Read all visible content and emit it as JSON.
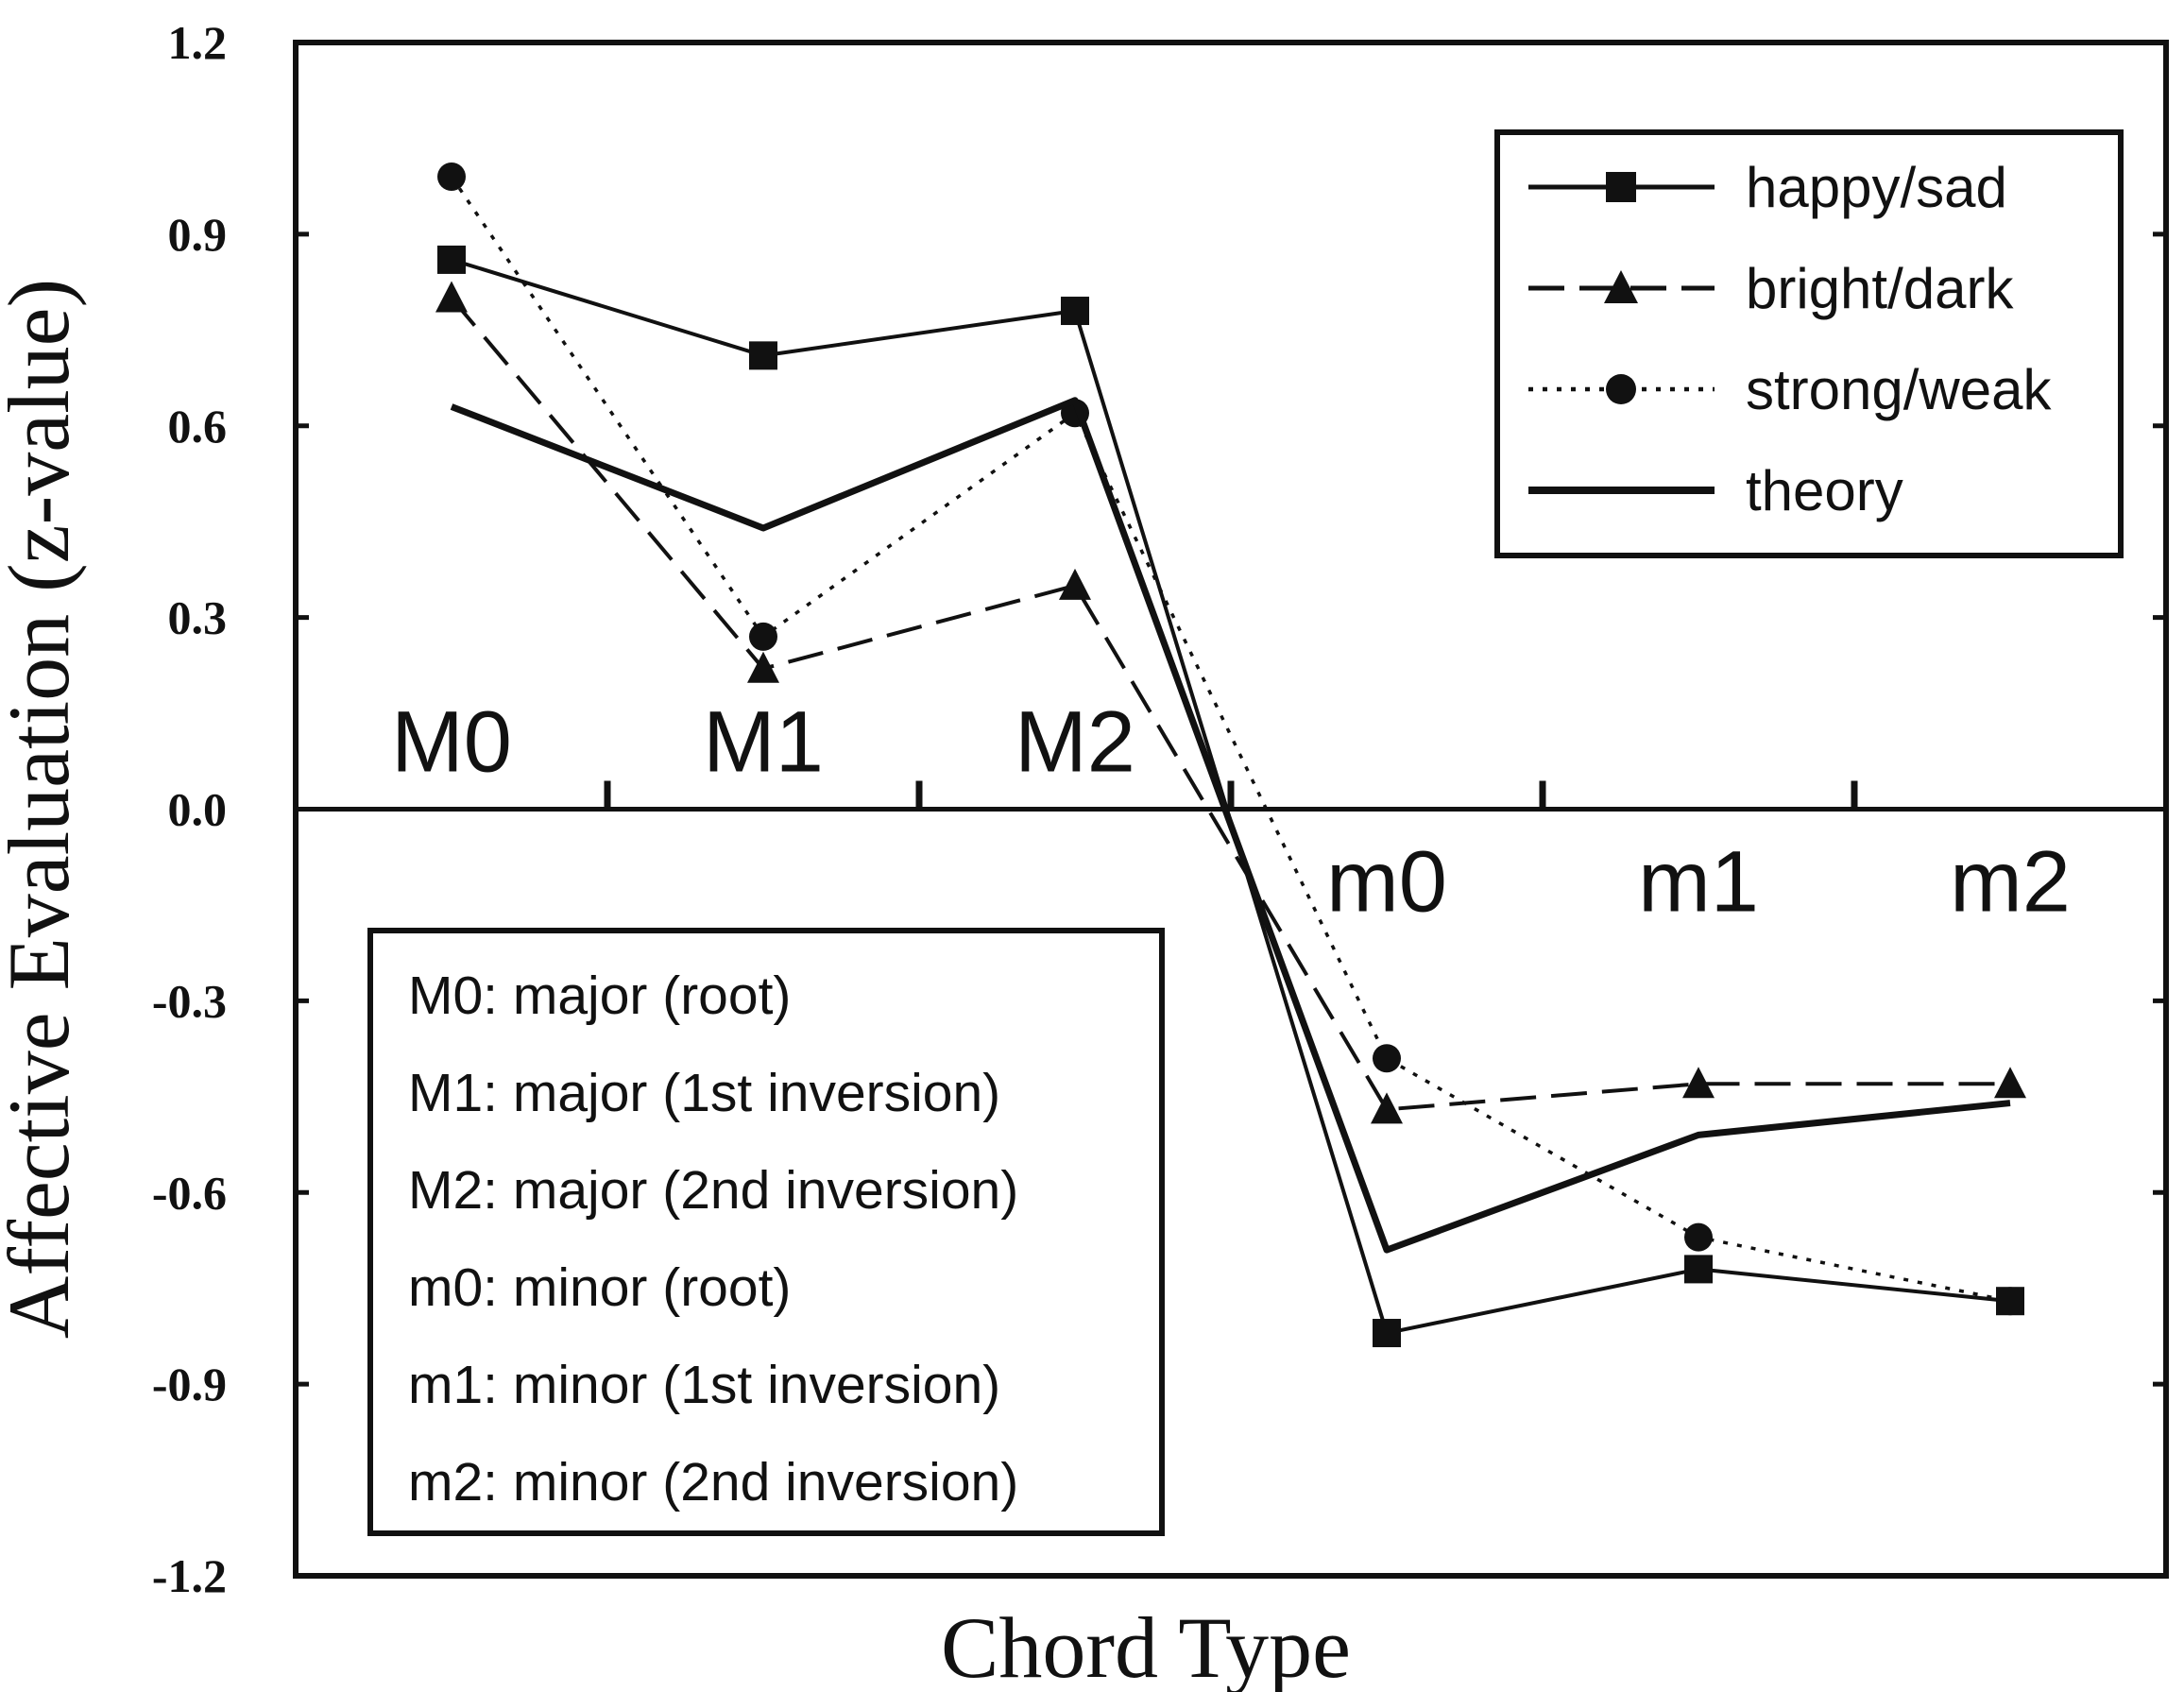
{
  "chart_data": {
    "type": "line",
    "xlabel": "Chord Type",
    "ylabel": "Affective Evaluation (z-value)",
    "categories": [
      "M0",
      "M1",
      "M2",
      "m0",
      "m1",
      "m2"
    ],
    "ylim": [
      -1.2,
      1.2
    ],
    "yticks": [
      "1.2",
      "0.9",
      "0.6",
      "0.3",
      "0.0",
      "-0.3",
      "-0.6",
      "-0.9",
      "-1.2"
    ],
    "grid": false,
    "legend_position": "top-right",
    "series": [
      {
        "name": "happy/sad",
        "style": "solid",
        "marker": "square",
        "values": [
          0.86,
          0.71,
          0.78,
          -0.82,
          -0.72,
          -0.77
        ]
      },
      {
        "name": "bright/dark",
        "style": "dashed",
        "marker": "triangle",
        "values": [
          0.8,
          0.22,
          0.35,
          -0.47,
          -0.43,
          -0.43
        ]
      },
      {
        "name": "strong/weak",
        "style": "dotted",
        "marker": "circle",
        "values": [
          0.99,
          0.27,
          0.62,
          -0.39,
          -0.67,
          -0.77
        ]
      },
      {
        "name": "theory",
        "style": "solid-thick",
        "marker": "none",
        "values": [
          0.63,
          0.44,
          0.64,
          -0.69,
          -0.51,
          -0.46
        ]
      }
    ],
    "key_box": [
      "M0: major (root)",
      "M1: major (1st inversion)",
      "M2: major (2nd inversion)",
      "m0: minor (root)",
      "m1: minor (1st inversion)",
      "m2: minor (2nd inversion)"
    ]
  }
}
